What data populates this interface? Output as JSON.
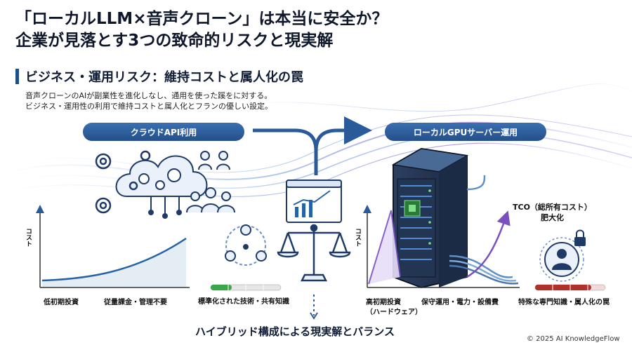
{
  "title": {
    "line1": "「ローカルLLM×音声クローン」は本当に安全か？",
    "line2": "企業が見落とす3つの致命的リスクと現実解"
  },
  "section": {
    "heading": "ビジネス・運用リスク：維持コストと属人化の罠"
  },
  "description": {
    "line1": "音声クローンのAIが副業性を進化しなし、通用を使った蹊をに対する。",
    "line2": "ビジネス・運用性の利用で維持コストと属人化とフランの優しい設定。"
  },
  "left": {
    "pill": "クラウドAPI利用",
    "axis_label": "コスト",
    "x_label_1": "低初期投資",
    "x_label_2": "従量課金・管理不要"
  },
  "middle": {
    "caption": "標準化された技術・共有知識"
  },
  "right": {
    "pill": "ローカルGPUサーバー運用",
    "axis_label": "コスト",
    "tco_line1": "TCO（総所有コスト）",
    "tco_line2": "肥大化",
    "x_label_1a": "高初期投資",
    "x_label_1b": "（ハードウェア）",
    "x_label_2": "保守運用・電力・設備費",
    "x_label_3": "特殊な専門知識・属人化の罠"
  },
  "footer": "ハイブリッド構成による現実解とバランス",
  "copyright": "© 2025 AI KnowledgeFlow",
  "colors": {
    "brand_blue": "#2a5a9a",
    "curve_blue": "#2563a8",
    "risk_red": "#b0302c",
    "ok_green": "#3aa84a",
    "accent_purple": "#7a4fc0"
  }
}
